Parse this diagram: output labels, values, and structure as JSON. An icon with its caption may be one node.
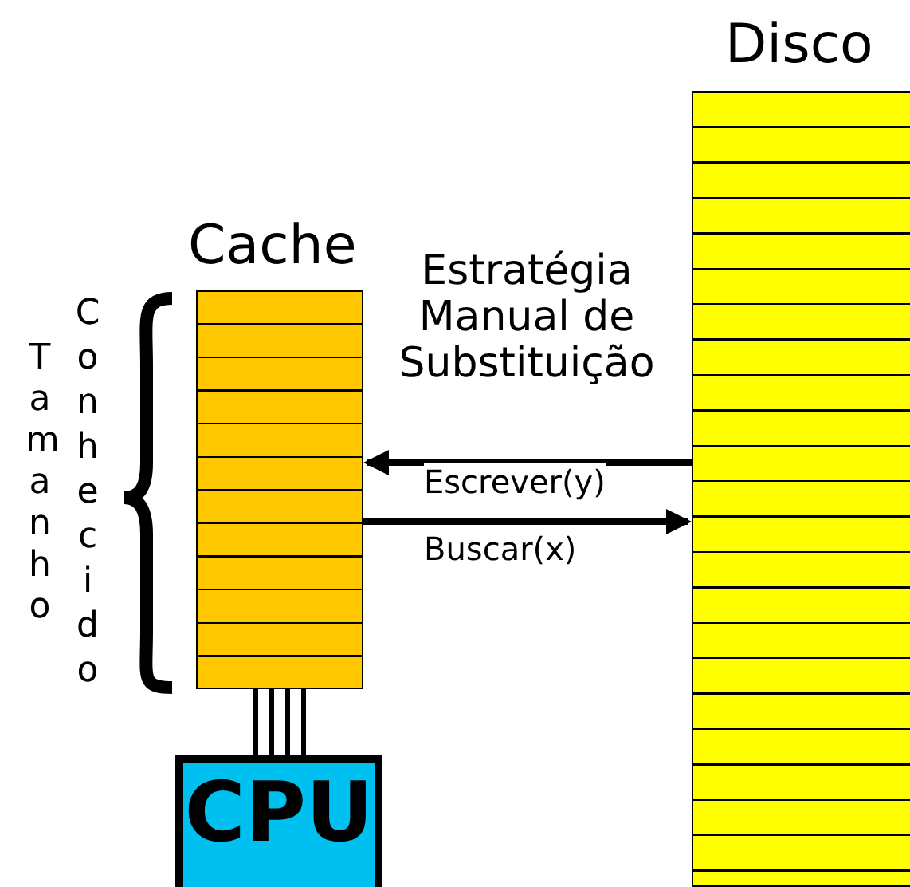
{
  "diagram": {
    "nodes": [
      {
        "text": [
          "Cache"
        ]
      },
      {
        "text": [
          "Disco"
        ]
      },
      {
        "text": [
          "CPU"
        ]
      }
    ],
    "edges": [
      {
        "from": 1,
        "to": 0,
        "arrow": "to",
        "label": "Escrever(y)"
      },
      {
        "from": 0,
        "to": 1,
        "arrow": "to",
        "label": "Buscar(x)"
      },
      {
        "from": 0,
        "to": 2,
        "arrow": "none"
      }
    ],
    "labels": [
      "Estratégia Manual de Substituição",
      "Tamanho",
      "Conhecido"
    ]
  }
}
